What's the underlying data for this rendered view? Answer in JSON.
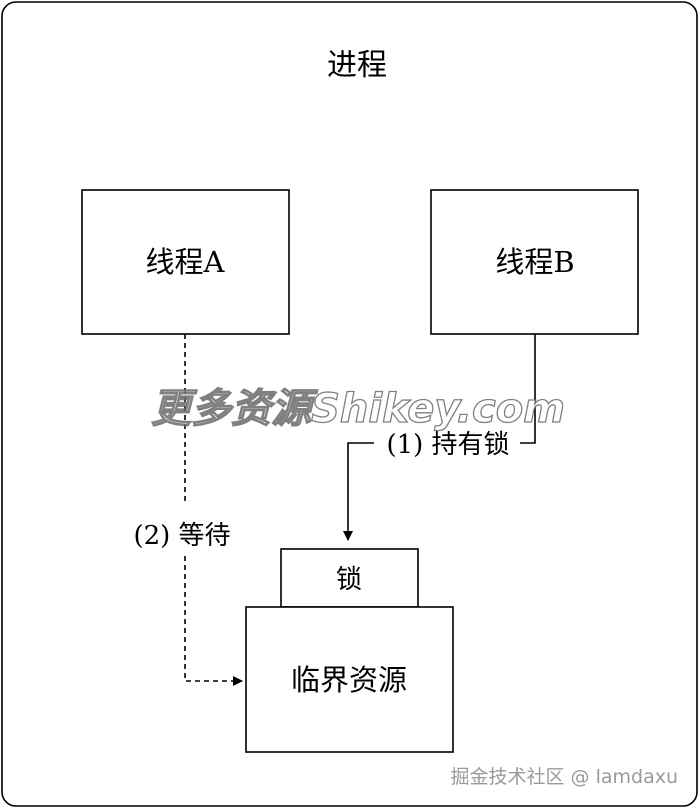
{
  "process": {
    "label": "进程"
  },
  "thread_a": {
    "label": "线程A"
  },
  "thread_b": {
    "label": "线程B"
  },
  "lock": {
    "label": "锁"
  },
  "critical_resource": {
    "label": "临界资源"
  },
  "edge_hold": {
    "label": "(1) 持有锁"
  },
  "edge_wait": {
    "label": "(2) 等待"
  },
  "watermark_center": {
    "text": "更多资源Shikey.com"
  },
  "watermark_corner": {
    "text": "掘金技术社区 @ lamdaxu"
  }
}
